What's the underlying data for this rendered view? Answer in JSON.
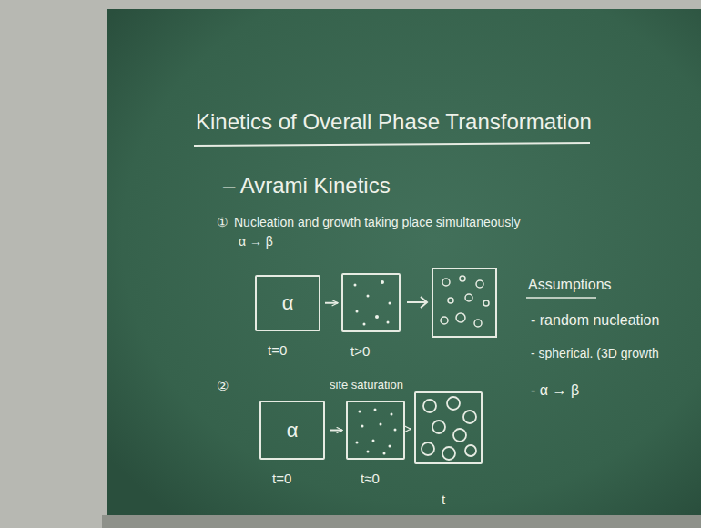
{
  "diagram": {
    "title": "Kinetics of Overall Phase Transformation",
    "nodes": [
      {
        "text": [
          "α",
          "t=0"
        ]
      },
      {
        "text": [
          "t>0"
        ]
      },
      {
        "text": [
          "α",
          "t=0"
        ]
      },
      {
        "text": [
          "t≈0"
        ]
      },
      {
        "text": [
          "t"
        ]
      }
    ],
    "edges": [
      {
        "from": 0,
        "to": 1,
        "arrow": "to"
      },
      {
        "from": 2,
        "to": 3,
        "arrow": "to"
      },
      {
        "from": 3,
        "to": 4,
        "arrow": "to"
      }
    ],
    "labels": [
      "– Avrami Kinetics",
      "①",
      "Nucleation and growth taking place simultaneously",
      "α → β",
      "Assumptions",
      "- random nucleation",
      "- spherical. (3D growth",
      "- α → β",
      "②",
      "site saturation"
    ]
  }
}
